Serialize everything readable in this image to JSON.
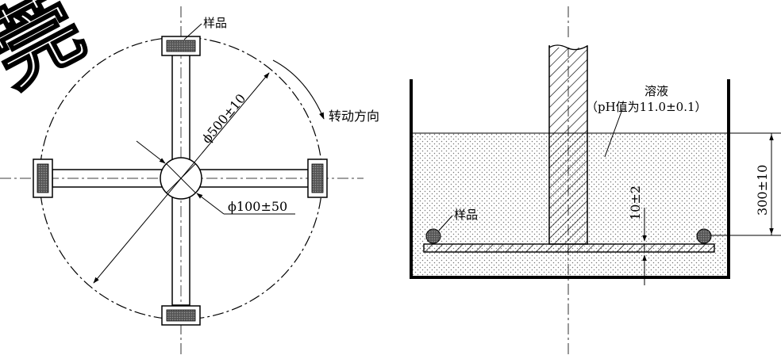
{
  "watermark": {
    "text": "莞",
    "color": "#000000"
  },
  "left_view": {
    "sample_label": "样品",
    "rotation_label": "转动方向",
    "outer_diameter_label": "ϕ500±10",
    "hub_diameter_label": "ϕ100±50"
  },
  "right_view": {
    "solution_label": "溶液",
    "ph_label": "（pH值为11.0±0.1）",
    "sample_label": "样品",
    "gap_label": "10±2",
    "depth_label": "300±10"
  },
  "colors": {
    "line": "#000000",
    "sample_fill": "#444444",
    "dots": "#777777"
  }
}
